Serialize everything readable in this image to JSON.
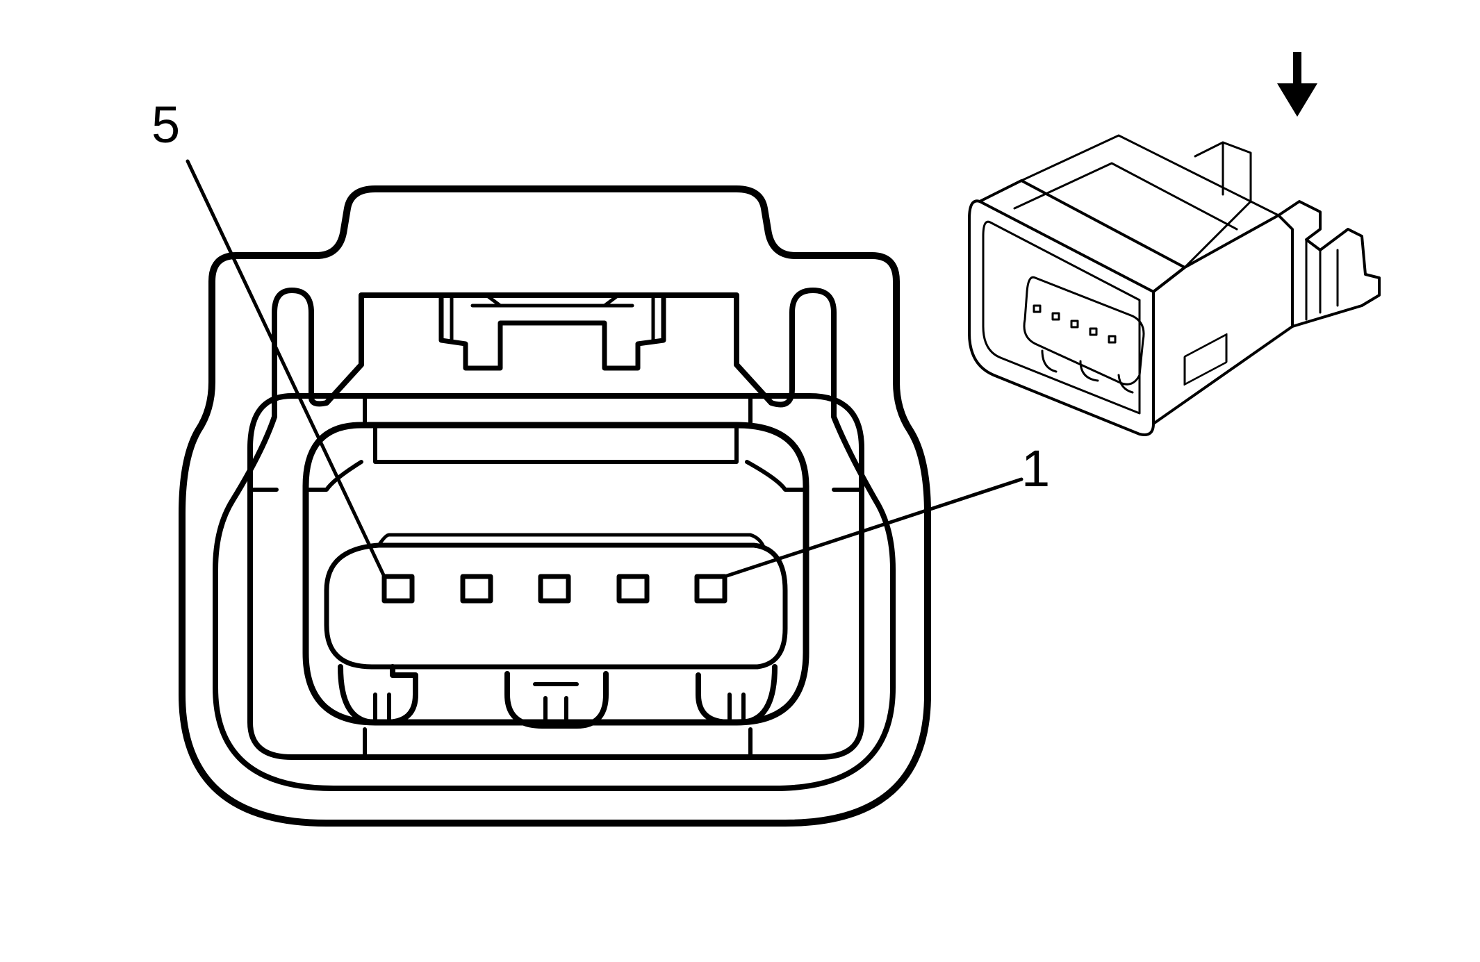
{
  "callouts": {
    "pin_5": {
      "label": "5"
    },
    "pin_1": {
      "label": "1"
    }
  },
  "terminals": {
    "count": 5
  },
  "colors": {
    "line": "#000000",
    "background": "#ffffff"
  },
  "icons": {
    "view_direction": "down-arrow-icon"
  }
}
